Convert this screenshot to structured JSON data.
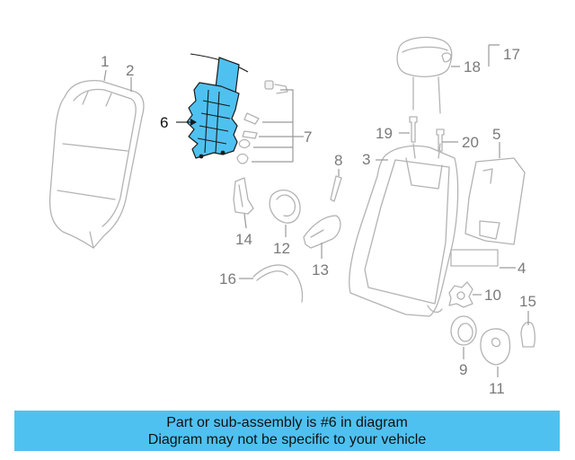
{
  "highlight_color": "#4fc1f1",
  "highlighted_part": "6",
  "callouts": [
    "1",
    "2",
    "3",
    "4",
    "5",
    "6",
    "7",
    "8",
    "9",
    "10",
    "11",
    "12",
    "13",
    "14",
    "15",
    "16",
    "17",
    "18",
    "19",
    "20"
  ],
  "caption": {
    "line1": "Part or sub-assembly is #6 in diagram",
    "line2": "Diagram may not be specific to your vehicle"
  }
}
